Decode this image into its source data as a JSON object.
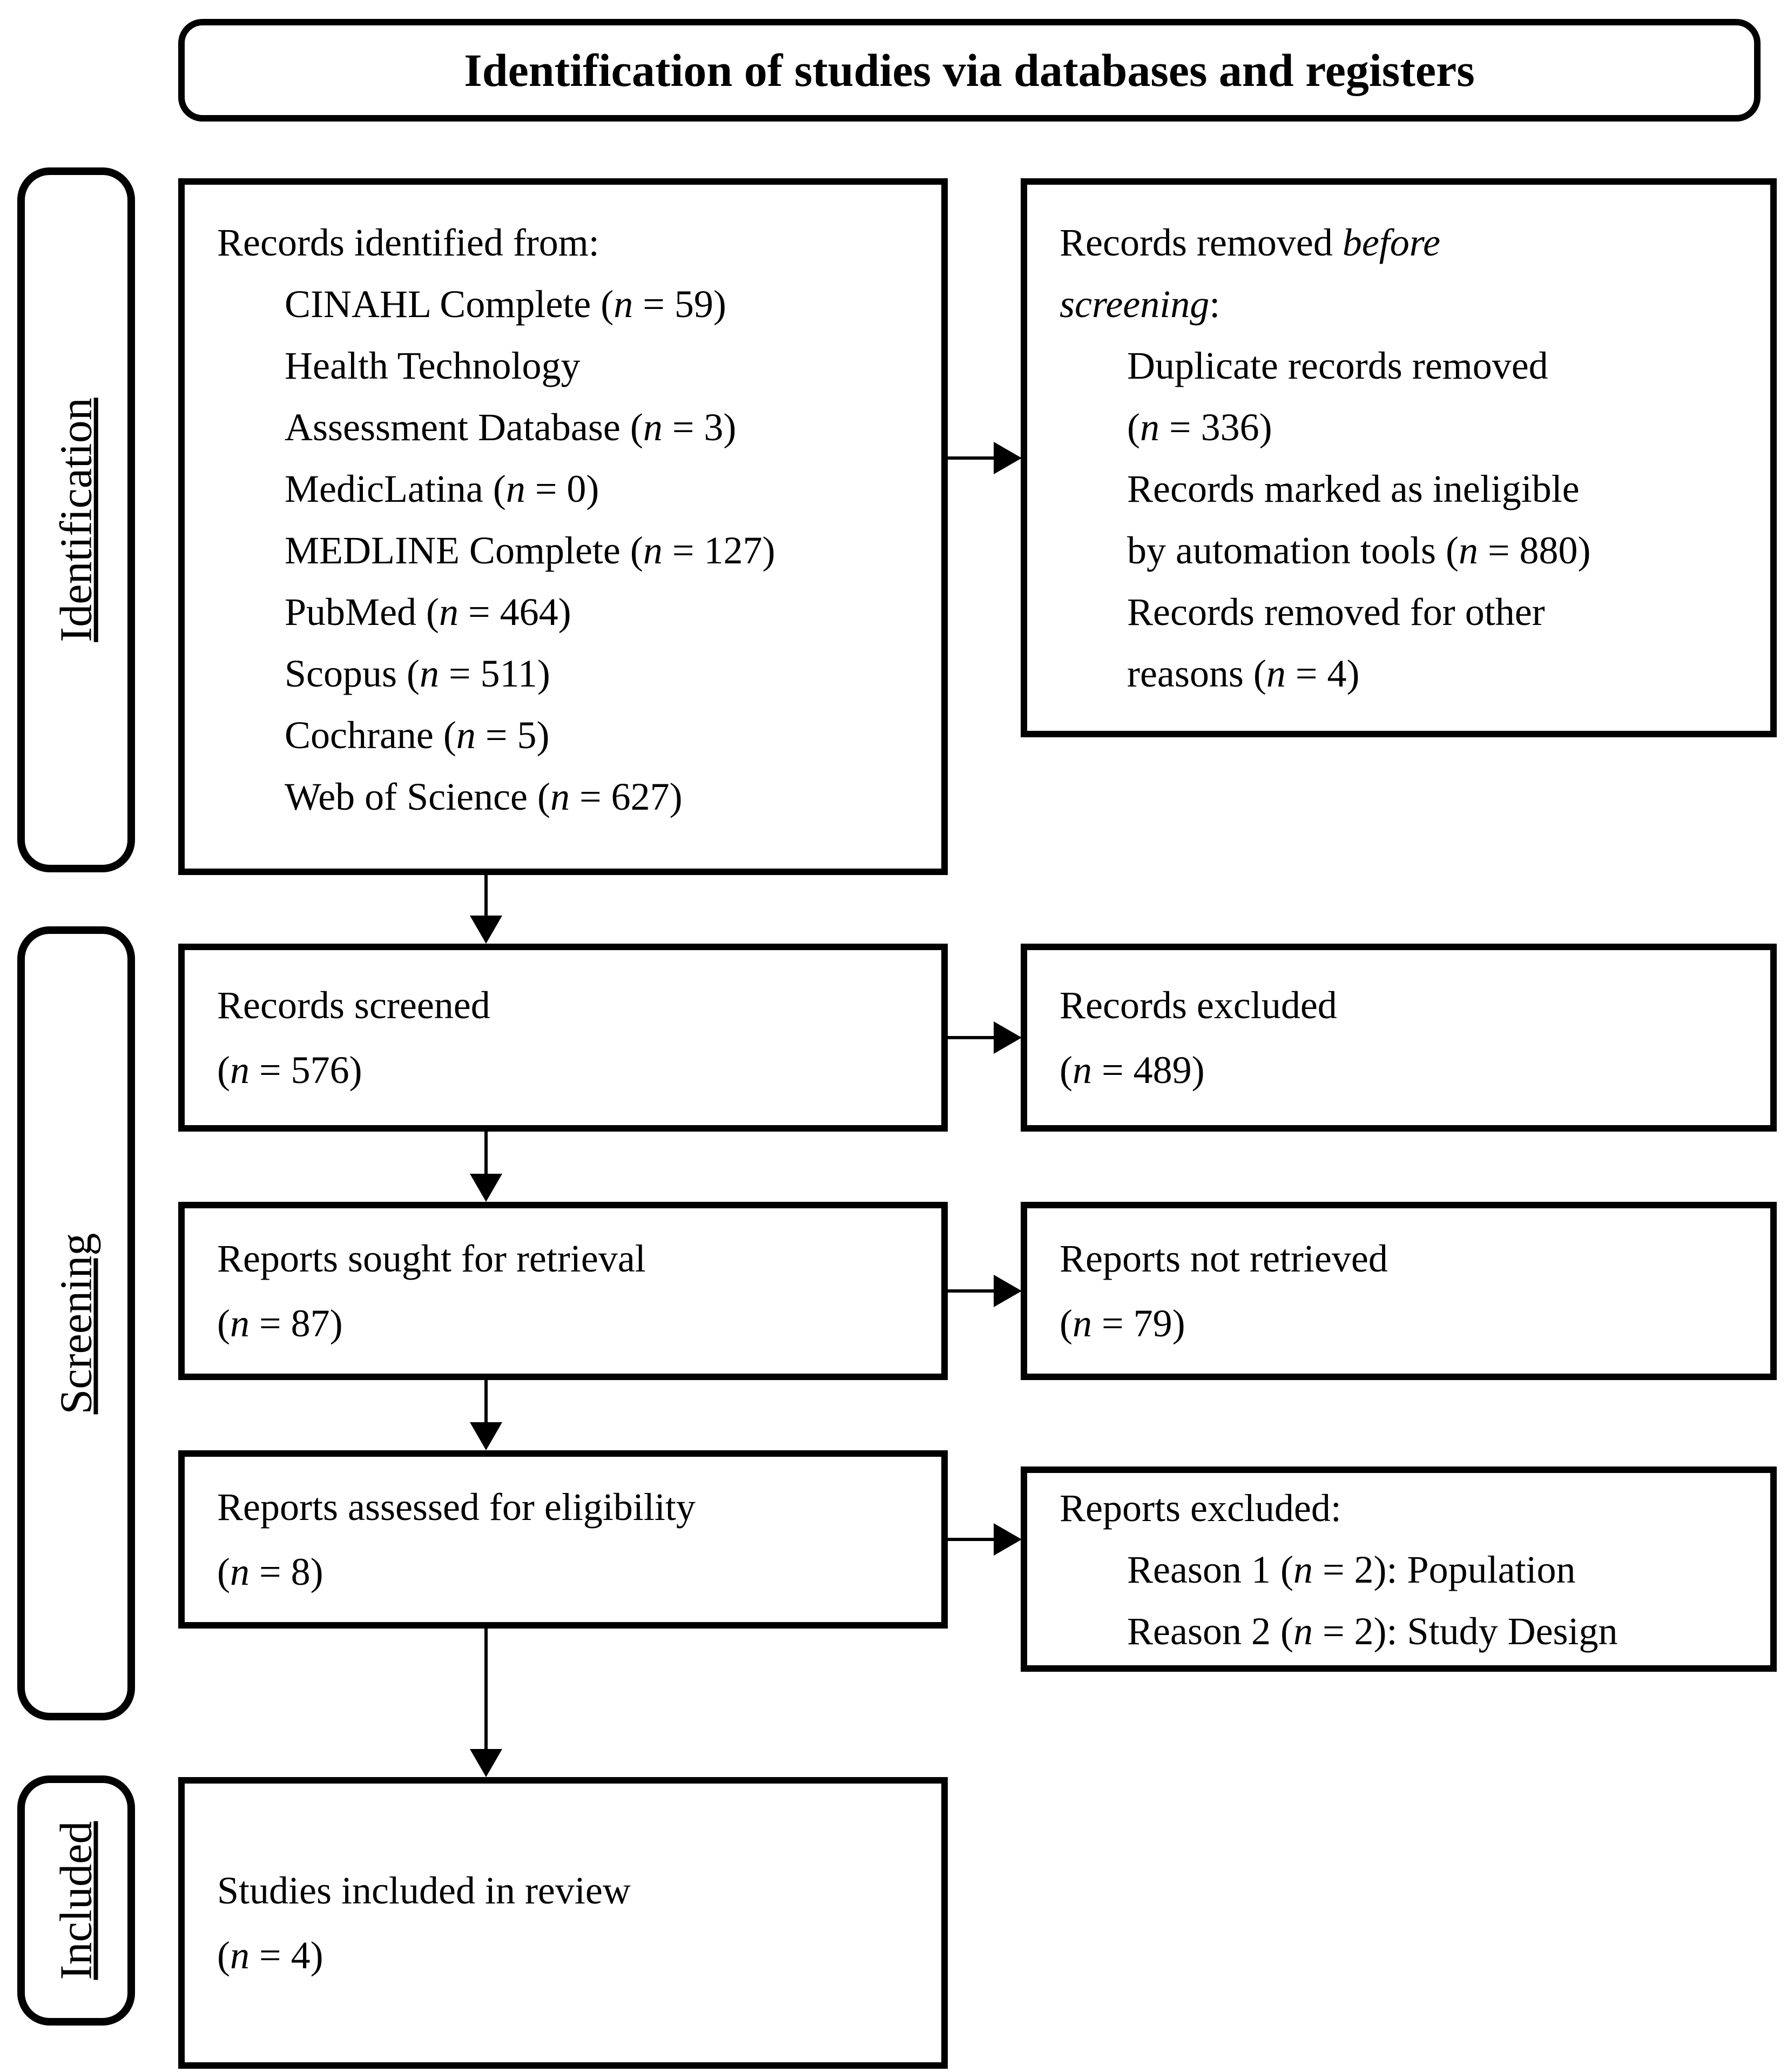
{
  "title": "Identification of studies via databases and registers",
  "stage_labels": {
    "identification": "Identification",
    "screening": "Screening",
    "included": "Included"
  },
  "flow": {
    "records_identified": {
      "lines": [
        {
          "text": "Records identified from:",
          "indent": 0
        },
        {
          "text": "CINAHL Complete (n = 59)",
          "indent": 1
        },
        {
          "text": "Health Technology",
          "indent": 1
        },
        {
          "text": "Assessment Database (n = 3)",
          "indent": 1
        },
        {
          "text": "MedicLatina (n = 0)",
          "indent": 1
        },
        {
          "text": "MEDLINE Complete (n = 127)",
          "indent": 1
        },
        {
          "text": "PubMed (n = 464)",
          "indent": 1
        },
        {
          "text": "Scopus (n = 511)",
          "indent": 1
        },
        {
          "text": "Cochrane (n = 5)",
          "indent": 1
        },
        {
          "text": "Web of Science (n = 627)",
          "indent": 1
        }
      ]
    },
    "records_removed": {
      "lines": [
        {
          "text": "Records removed *before*",
          "indent": 0
        },
        {
          "text": "*screening*:",
          "indent": 0
        },
        {
          "text": "Duplicate records removed",
          "indent": 1
        },
        {
          "text": "(n = 336)",
          "indent": 1
        },
        {
          "text": "Records marked as ineligible",
          "indent": 1
        },
        {
          "text": "by automation tools (n = 880)",
          "indent": 1
        },
        {
          "text": "Records removed for other",
          "indent": 1
        },
        {
          "text": "reasons (n = 4)",
          "indent": 1
        }
      ]
    },
    "records_screened": {
      "lines": [
        {
          "text": "Records screened",
          "indent": 0
        },
        {
          "text": "(n = 576)",
          "indent": 0
        }
      ]
    },
    "records_excluded": {
      "lines": [
        {
          "text": "Records excluded",
          "indent": 0
        },
        {
          "text": "(n = 489)",
          "indent": 0
        }
      ]
    },
    "reports_sought": {
      "lines": [
        {
          "text": "Reports sought for retrieval",
          "indent": 0
        },
        {
          "text": "(n = 87)",
          "indent": 0
        }
      ]
    },
    "reports_not_retrieved": {
      "lines": [
        {
          "text": "Reports not retrieved",
          "indent": 0
        },
        {
          "text": "(n = 79)",
          "indent": 0
        }
      ]
    },
    "reports_assessed": {
      "lines": [
        {
          "text": "Reports assessed for eligibility",
          "indent": 0
        },
        {
          "text": "(n = 8)",
          "indent": 0
        }
      ]
    },
    "reports_excluded": {
      "lines": [
        {
          "text": "Reports excluded:",
          "indent": 0
        },
        {
          "text": "Reason 1 (n = 2): Population",
          "indent": 1
        },
        {
          "text": "Reason 2 (n = 2): Study Design",
          "indent": 1
        }
      ]
    },
    "studies_included": {
      "lines": [
        {
          "text": "Studies included in review",
          "indent": 0
        },
        {
          "text": "(n = 4)",
          "indent": 0
        }
      ]
    }
  },
  "colors": {
    "line": "#000000",
    "background": "#ffffff",
    "text": "#000000"
  }
}
